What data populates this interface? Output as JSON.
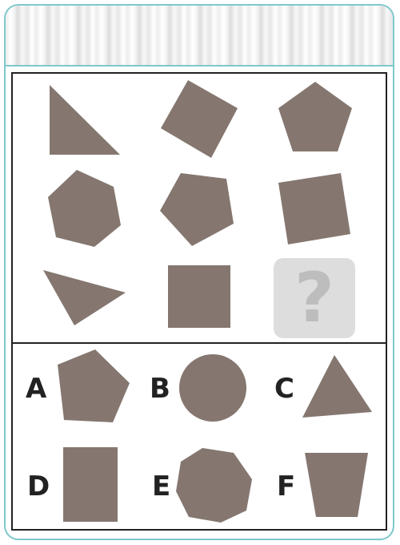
{
  "puzzle": {
    "shape_color": "#857770",
    "frame_color": "#222222",
    "accent_color": "#7ec8cc",
    "grid": [
      [
        "right-triangle",
        "square-rotated",
        "pentagon"
      ],
      [
        "hexagon",
        "pentagon-rotated",
        "square-tilted"
      ],
      [
        "triangle",
        "square",
        "missing"
      ]
    ],
    "missing_cell": {
      "symbol": "?",
      "icon": "question-mark-icon"
    }
  },
  "options": [
    {
      "letter": "A",
      "shape": "pentagon"
    },
    {
      "letter": "B",
      "shape": "circle"
    },
    {
      "letter": "C",
      "shape": "triangle"
    },
    {
      "letter": "D",
      "shape": "rectangle"
    },
    {
      "letter": "E",
      "shape": "octagon"
    },
    {
      "letter": "F",
      "shape": "trapezoid"
    }
  ]
}
